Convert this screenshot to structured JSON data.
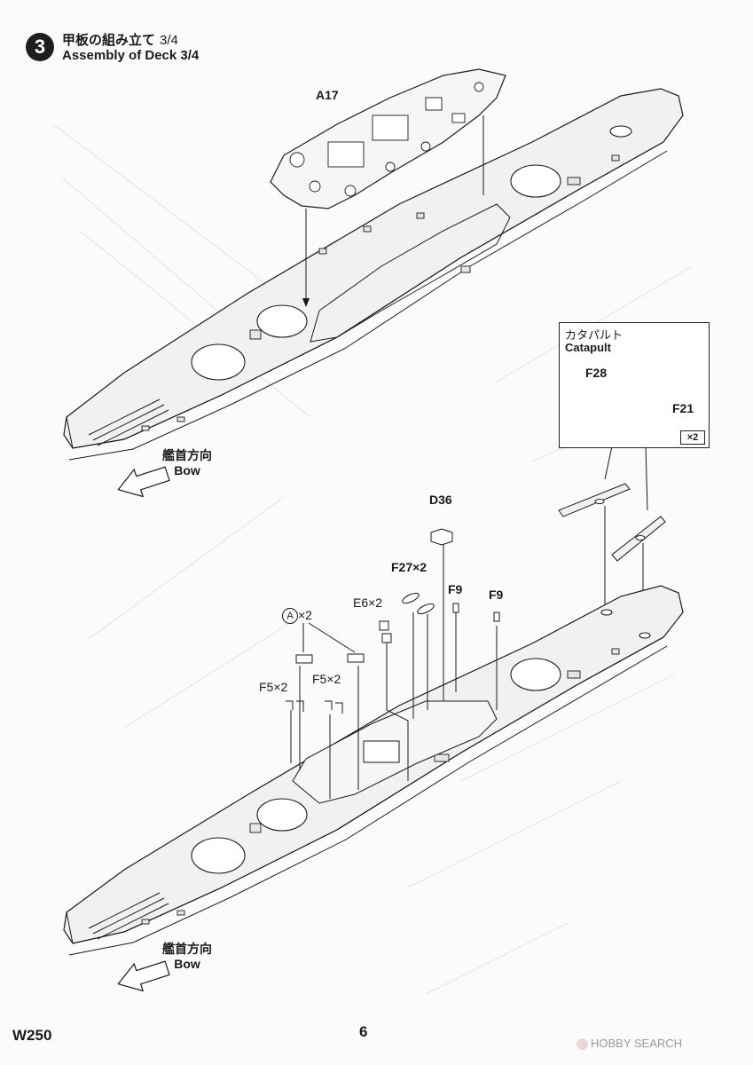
{
  "header": {
    "step_number": "3",
    "title_jp": "甲板の組み立て",
    "title_fraction": "3/4",
    "title_en": "Assembly of Deck 3/4"
  },
  "parts": {
    "a17": "A17",
    "d36": "D36",
    "f27": "F27×2",
    "f9_left": "F9",
    "f9_right": "F9",
    "e6": "E6×2",
    "a_group_mark": "A",
    "a_group_count": "×2",
    "f5_left": "F5×2",
    "f5_right": "F5×2"
  },
  "catapult": {
    "title_jp": "カタパルト",
    "title_en": "Catapult",
    "f28": "F28",
    "f21": "F21",
    "quantity": "×2"
  },
  "bow_direction": {
    "top_jp": "艦首方向",
    "top_en": "Bow",
    "bottom_jp": "艦首方向",
    "bottom_en": "Bow"
  },
  "footer": {
    "model_code": "W250",
    "page_number": "6",
    "watermark": "HOBBY SEARCH"
  },
  "colors": {
    "ink": "#1a1a1a",
    "deck_fill": "#f1f1f1",
    "panel_fill": "#e6e6e6",
    "ghost": "#d7d7d7"
  }
}
